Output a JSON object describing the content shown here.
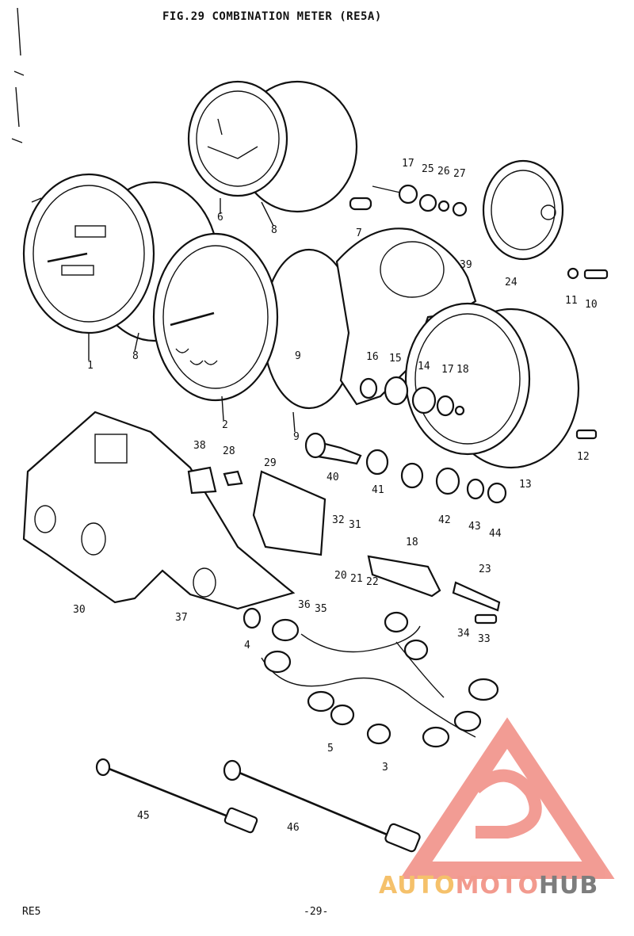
{
  "figure": {
    "title": "FIG.29   COMBINATION METER (RE5A)",
    "page_code": "RE5",
    "page_number": "-29-"
  },
  "callouts": [
    {
      "id": "c1",
      "text": "1"
    },
    {
      "id": "c2",
      "text": "2"
    },
    {
      "id": "c3",
      "text": "3"
    },
    {
      "id": "c4",
      "text": "4"
    },
    {
      "id": "c5",
      "text": "5"
    },
    {
      "id": "c6",
      "text": "6"
    },
    {
      "id": "c7",
      "text": "7"
    },
    {
      "id": "c8a",
      "text": "8"
    },
    {
      "id": "c8b",
      "text": "8"
    },
    {
      "id": "c9a",
      "text": "9"
    },
    {
      "id": "c10",
      "text": "10"
    },
    {
      "id": "c11",
      "text": "11"
    },
    {
      "id": "c12",
      "text": "12"
    },
    {
      "id": "c13",
      "text": "13"
    },
    {
      "id": "c14",
      "text": "14"
    },
    {
      "id": "c15",
      "text": "15"
    },
    {
      "id": "c16",
      "text": "16"
    },
    {
      "id": "c17a",
      "text": "17"
    },
    {
      "id": "c17b",
      "text": "17"
    },
    {
      "id": "c18a",
      "text": "18"
    },
    {
      "id": "c18b",
      "text": "18"
    },
    {
      "id": "c20",
      "text": "20"
    },
    {
      "id": "c21",
      "text": "21"
    },
    {
      "id": "c22",
      "text": "22"
    },
    {
      "id": "c23",
      "text": "23"
    },
    {
      "id": "c24",
      "text": "24"
    },
    {
      "id": "c25",
      "text": "25"
    },
    {
      "id": "c26",
      "text": "26"
    },
    {
      "id": "c27",
      "text": "27"
    },
    {
      "id": "c28",
      "text": "28"
    },
    {
      "id": "c29",
      "text": "29"
    },
    {
      "id": "c30",
      "text": "30"
    },
    {
      "id": "c31",
      "text": "31"
    },
    {
      "id": "c32",
      "text": "32"
    },
    {
      "id": "c33",
      "text": "33"
    },
    {
      "id": "c34",
      "text": "34"
    },
    {
      "id": "c35",
      "text": "35"
    },
    {
      "id": "c36",
      "text": "36"
    },
    {
      "id": "c37",
      "text": "37"
    },
    {
      "id": "c38",
      "text": "38"
    },
    {
      "id": "c39",
      "text": "39"
    },
    {
      "id": "c40",
      "text": "40"
    },
    {
      "id": "c41",
      "text": "41"
    },
    {
      "id": "c42",
      "text": "42"
    },
    {
      "id": "c43",
      "text": "43"
    },
    {
      "id": "c44",
      "text": "44"
    },
    {
      "id": "c45",
      "text": "45"
    },
    {
      "id": "c46",
      "text": "46"
    },
    {
      "id": "c9b",
      "text": "9"
    }
  ],
  "watermark": {
    "brand_part1": "AUTO",
    "brand_part2": "MOTO",
    "brand_part3": "HUB",
    "colors": {
      "yellow": "#f5c16b",
      "red": "#f29a8e",
      "gray": "#7d7d7d",
      "logo": "#f0847a"
    }
  }
}
